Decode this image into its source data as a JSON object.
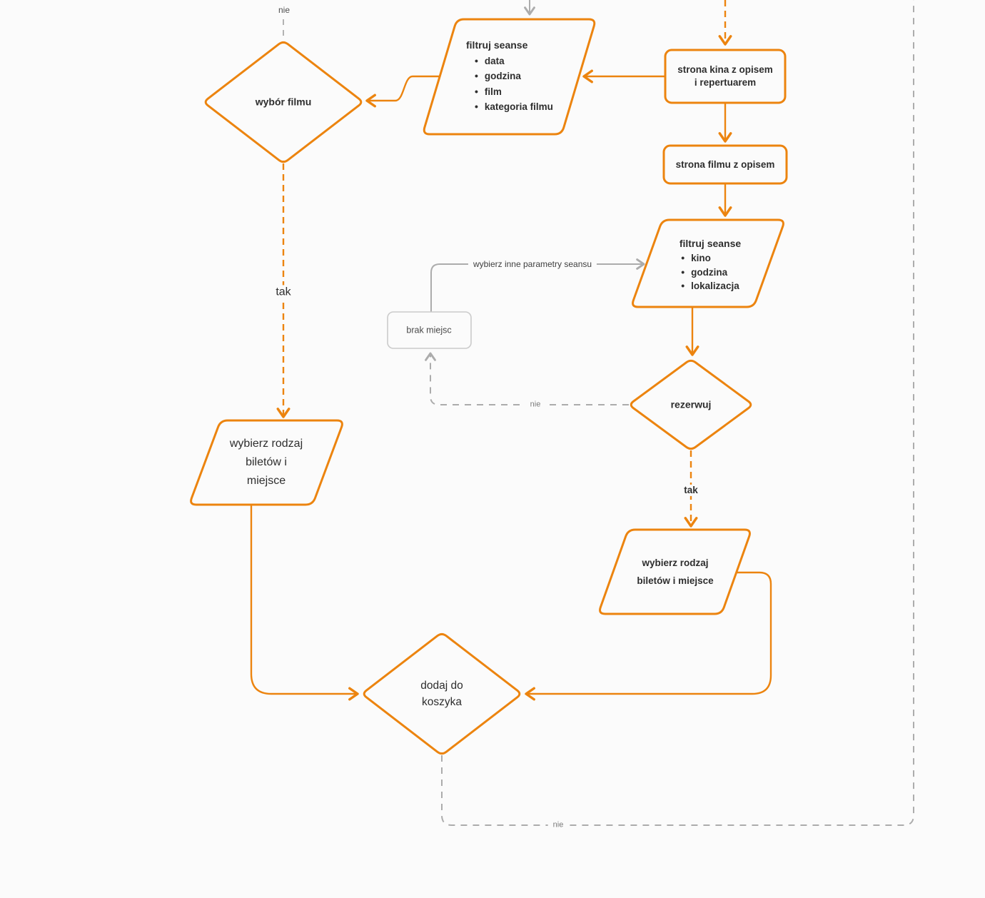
{
  "diagram": {
    "nodes": {
      "wybor_filmu": {
        "label": "wybór filmu"
      },
      "filtruj_seanse_lewy": {
        "title": "filtruj seanse",
        "items": [
          "data",
          "godzina",
          "film",
          "kategoria filmu"
        ]
      },
      "strona_kina": {
        "line1": "strona kina z opisem",
        "line2": "i repertuarem"
      },
      "strona_filmu": {
        "label": "strona filmu z opisem"
      },
      "filtruj_seanse_prawy": {
        "title": "filtruj seanse",
        "items": [
          "kino",
          "godzina",
          "lokalizacja"
        ]
      },
      "brak_miejsc": {
        "label": "brak miejsc"
      },
      "rezerwuj": {
        "label": "rezerwuj"
      },
      "wybierz_bilety_prawy": {
        "line1": "wybierz rodzaj",
        "line2": "biletów i miejsce"
      },
      "wybierz_bilety_lewy": {
        "line1": "wybierz rodzaj",
        "line2": "biletów i",
        "line3": "miejsce"
      },
      "dodaj_do_koszyka": {
        "line1": "dodaj do",
        "line2": "koszyka"
      }
    },
    "edge_labels": {
      "nie_top": "nie",
      "tak_lewy": "tak",
      "tak_prawy": "tak",
      "nie_srodek": "nie",
      "nie_dol": "nie",
      "inne_parametry": "wybierz inne parametry seansu"
    },
    "colors": {
      "accent_orange": "#EC840F",
      "connector_gray": "#ACACAC",
      "note_border_gray": "#CBCBCB",
      "text_dark": "#2E2E2E",
      "background": "#FBFBFB"
    }
  }
}
